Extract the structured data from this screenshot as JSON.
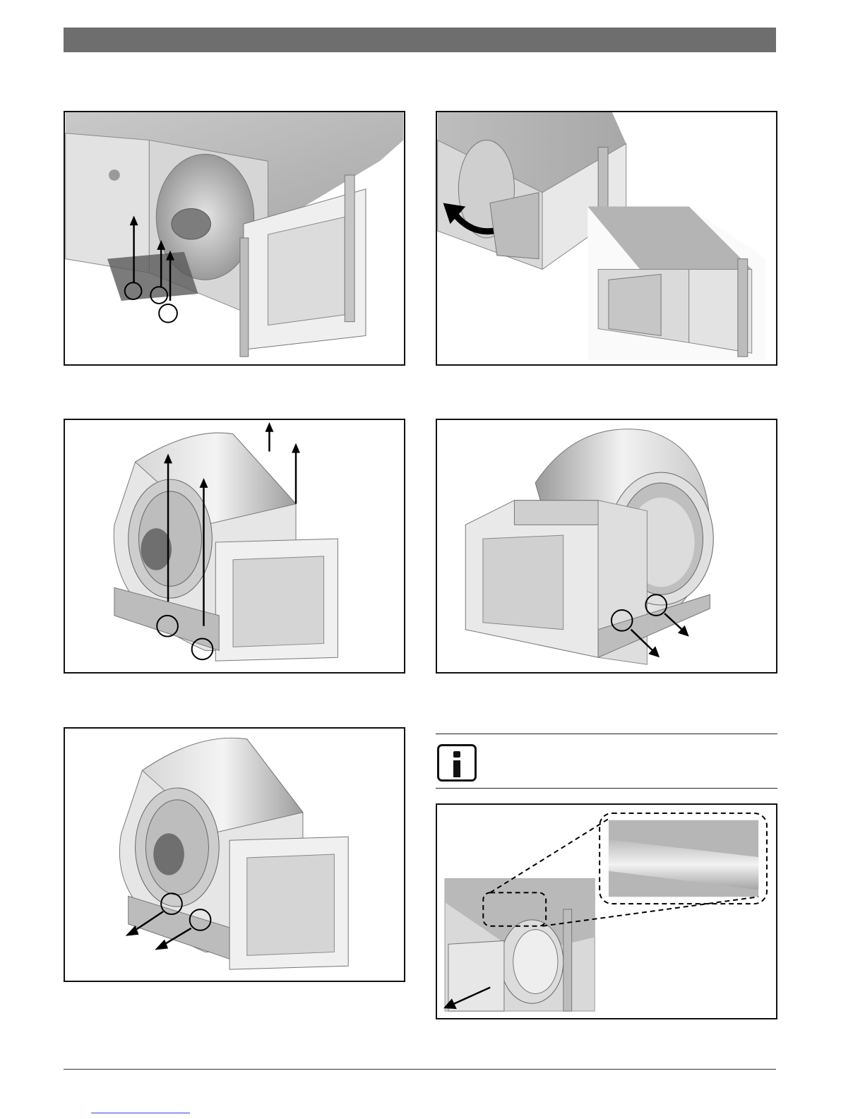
{
  "page": {
    "header_bar_color": "#6e6e6e",
    "footer_link_color": "#2a4bd6"
  },
  "figures": [
    {
      "id": "fig1",
      "icon": "air-handler-open-drain-pan-lift-illustration",
      "callout_circles": 3,
      "arrows": 3
    },
    {
      "id": "fig2",
      "icon": "air-handler-blower-swing-out-illustration",
      "arrows": 1
    },
    {
      "id": "fig3",
      "icon": "blower-assembly-lift-arrows-illustration",
      "callout_circles": 2,
      "arrows": 4
    },
    {
      "id": "fig4",
      "icon": "blower-assembly-rear-bolts-illustration",
      "callout_circles": 2,
      "arrows": 2
    },
    {
      "id": "fig5",
      "icon": "blower-assembly-front-bolts-illustration",
      "callout_circles": 2,
      "arrows": 2
    },
    {
      "id": "fig6",
      "icon": "blower-removal-detail-zoom-illustration",
      "arrows": 1
    }
  ],
  "info_note": {
    "icon": "info-icon"
  }
}
